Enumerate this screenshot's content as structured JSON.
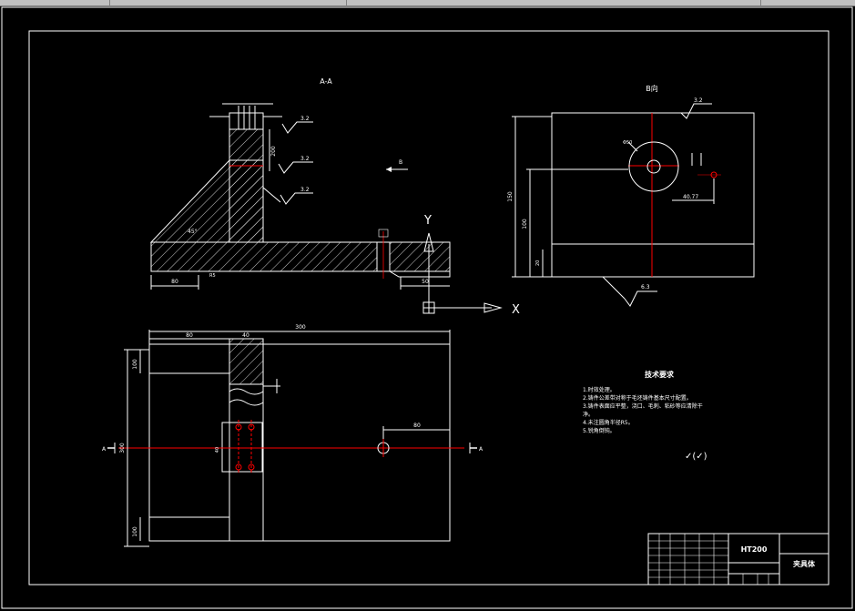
{
  "views": {
    "section_aa_title": "A-A",
    "view_b_title": "B向",
    "b_arrow_label": "B",
    "section_mark_left": "A",
    "section_mark_right": "A"
  },
  "ucs": {
    "y_label": "Y",
    "x_label": "X"
  },
  "dimensions": {
    "top_overall": "300",
    "top_left": "80",
    "top_mid": "40",
    "top_right": "80",
    "left_vertical": "300",
    "left_top": "100",
    "left_bottom": "100",
    "hole_center": "40",
    "section_height": "200",
    "section_base": "50",
    "section_left_foot": "80",
    "angle": "45°",
    "b_height": "150",
    "b_hole": "100",
    "b_offset": "40.77"
  },
  "roughness": {
    "r1": "3.2",
    "r2": "3.2",
    "r3": "3.2",
    "r4": "3.2",
    "r5": "6.3"
  },
  "tech_requirements": {
    "title": "技术要求",
    "items": [
      "1.时效处理。",
      "2.铸件公差带对称于毛坯铸件基本尺寸配置。",
      "3.铸件表面应平整，浇口、毛刺、粘砂等应清除干",
      "净。",
      "4.未注圆角半径R5。",
      "5.锐角倒钝。"
    ],
    "roughness_symbol": "✓(✓)"
  },
  "title_block": {
    "material": "HT200",
    "part_name": "夹具体"
  },
  "colors": {
    "background": "#000000",
    "lines": "#ffffff",
    "centerline": "#ff0000",
    "hatch": "#ffffff"
  }
}
